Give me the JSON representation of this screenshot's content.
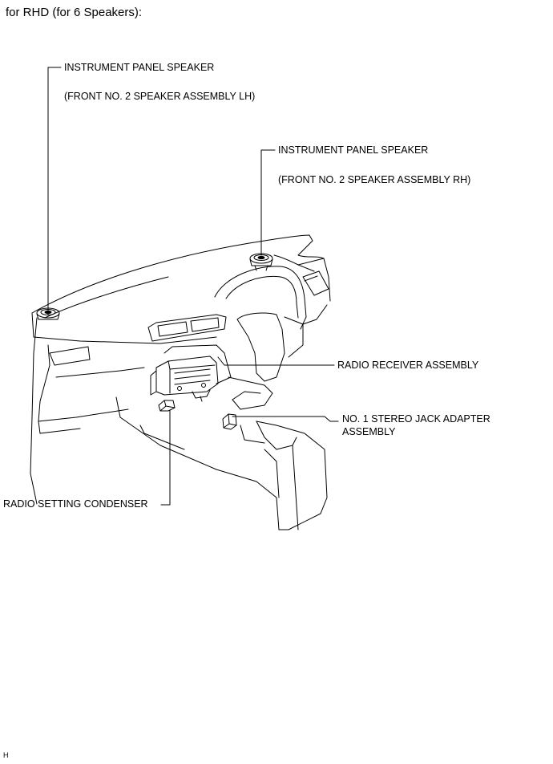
{
  "title": "for RHD (for 6 Speakers):",
  "labels": {
    "speaker_lh_1": "INSTRUMENT PANEL SPEAKER",
    "speaker_lh_2": "(FRONT NO. 2 SPEAKER ASSEMBLY LH)",
    "speaker_rh_1": "INSTRUMENT PANEL SPEAKER",
    "speaker_rh_2": "(FRONT NO. 2 SPEAKER ASSEMBLY RH)",
    "radio_receiver": "RADIO RECEIVER ASSEMBLY",
    "jack_adapter_1": "NO. 1 STEREO JACK ADAPTER",
    "jack_adapter_2": "ASSEMBLY",
    "condenser": "RADIO SETTING CONDENSER"
  },
  "corner_code": "H"
}
